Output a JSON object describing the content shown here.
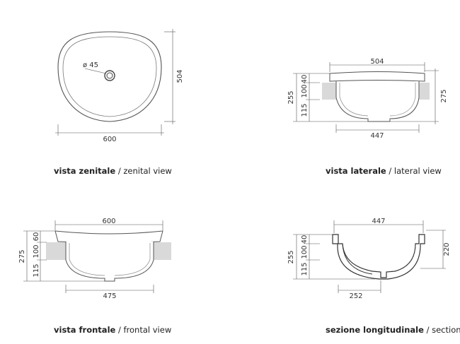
{
  "views": {
    "zenital": {
      "caption_bold": "vista zenitale",
      "caption_rest": " / zenital view",
      "hole_label": "ø 45",
      "width_label": "600",
      "height_label": "504"
    },
    "lateral": {
      "caption_bold": "vista laterale",
      "caption_rest": " / lateral view",
      "top_label": "504",
      "bottom_label": "447",
      "total_label": "255",
      "part_a": "115",
      "part_b": "100",
      "part_c": "40",
      "right_label": "275"
    },
    "frontal": {
      "caption_bold": "vista frontale",
      "caption_rest": " / frontal view",
      "top_label": "600",
      "bottom_label": "475",
      "total_label": "275",
      "part_a": "115",
      "part_b": "100",
      "part_c": "60"
    },
    "section": {
      "caption_bold": "sezione longitudinale",
      "caption_rest": " / section",
      "top_label": "447",
      "bottom_label": "252",
      "total_label": "255",
      "part_a": "115",
      "part_b": "100",
      "part_c": "40",
      "right_label": "220"
    }
  }
}
